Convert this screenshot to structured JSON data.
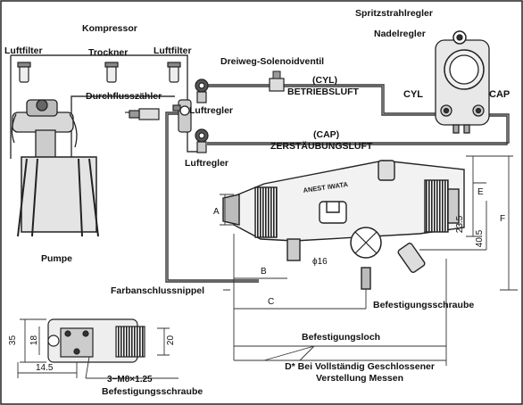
{
  "labels": {
    "kompressor": "Kompressor",
    "luftfilter_left": "Luftfilter",
    "trockner": "Trockner",
    "luftfilter_right": "Luftfilter",
    "spritzstrahlregler": "Spritzstrahlregler",
    "nadelregler": "Nadelregler",
    "dreiweg": "Dreiweg-Solenoidventil",
    "cyl": "(CYL)",
    "betriebsluft": "BETRIEBSLUFT",
    "cyl_short": "CYL",
    "cap_short": "CAP",
    "durchflusszaehler": "Durchflusszähler",
    "luftregler_top": "Luftregler",
    "cap": "(CAP)",
    "zerstaeubungsluft": "ZERSTÄUBUNGSLUFT",
    "luftregler_bottom": "Luftregler",
    "pumpe": "Pumpe",
    "farbanschlussnippel": "Farbanschlussnippel",
    "befestigungsschraube_right": "Befestigungsschraube",
    "befestigungsloch": "Befestigungsloch",
    "d_note_line1": "D* Bei Vollständig Geschlossener",
    "d_note_line2": "Verstellung Messen",
    "befestigungsschraube_bottom": "Befestigungsschraube",
    "brand": "ANEST IWATA"
  },
  "dimensions": {
    "A": "A",
    "B": "B",
    "C": "C",
    "E": "E",
    "F": "F",
    "d23_5": "23.5",
    "d40_5": "40.5",
    "phi16": "ϕ16",
    "d35": "35",
    "d18": "18",
    "d20": "20",
    "d14_5": "14.5",
    "thread": "3−M8×1.25"
  }
}
